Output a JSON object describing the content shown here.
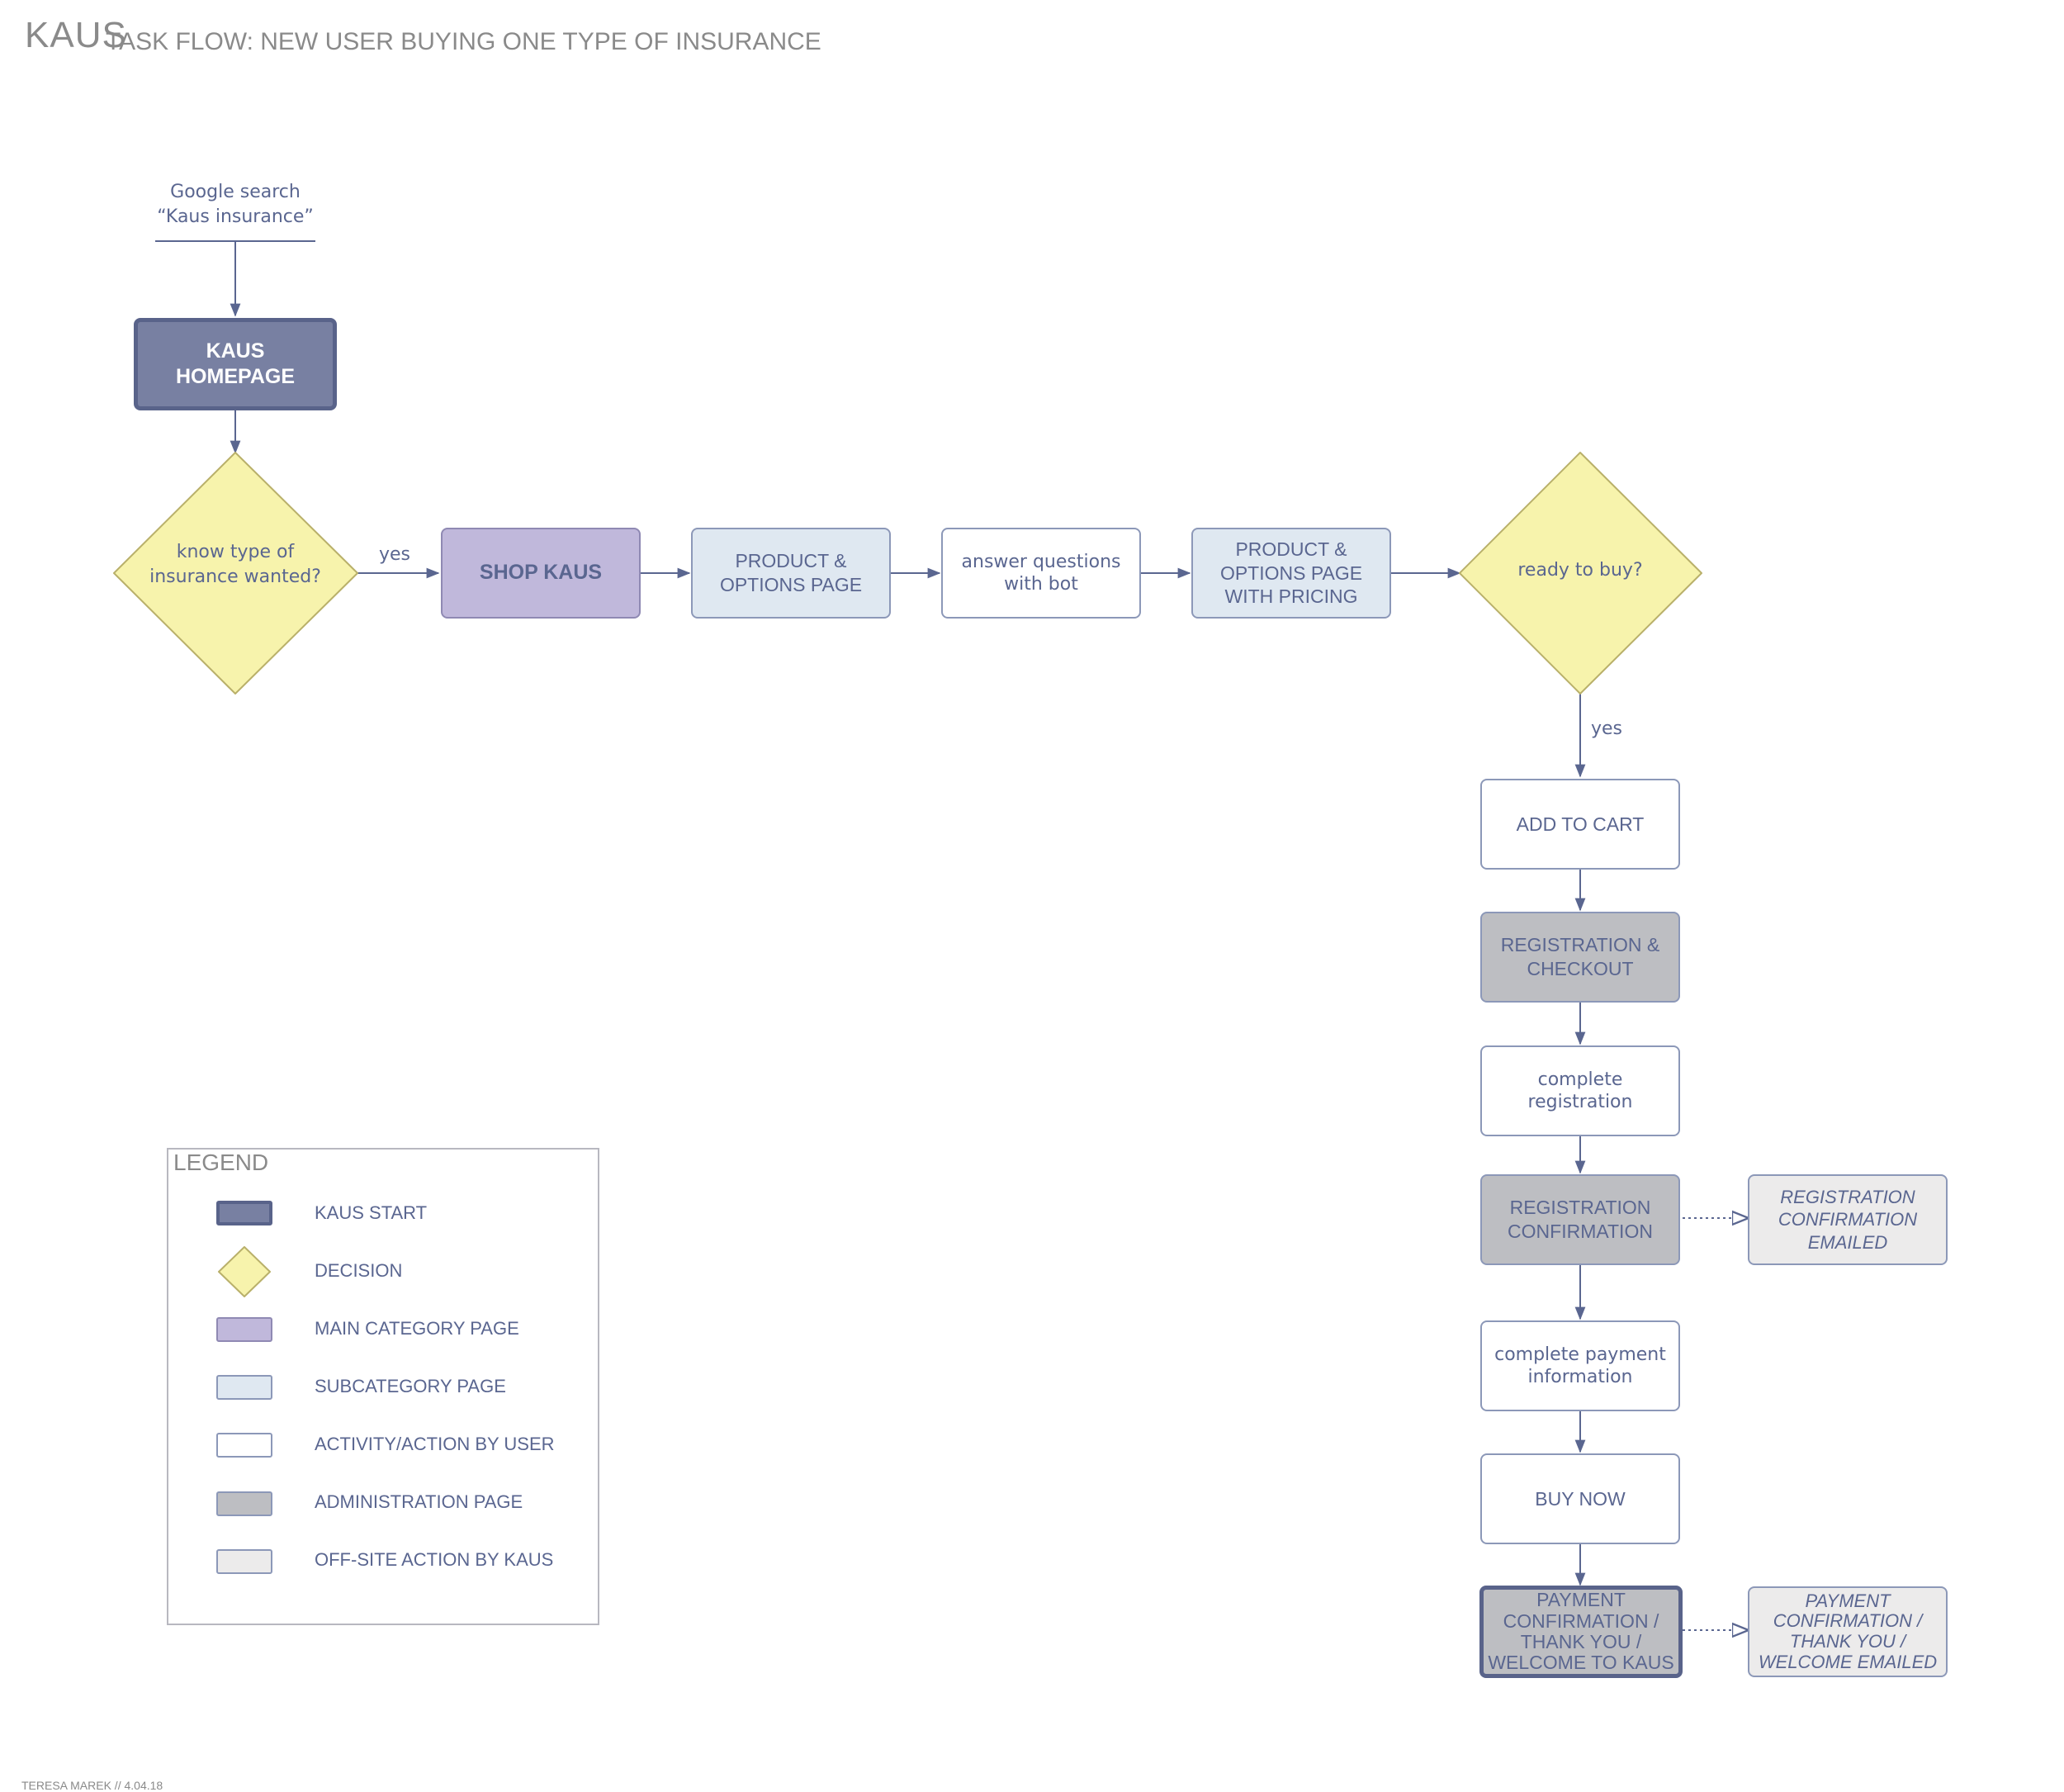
{
  "header": {
    "logo": "KAUS",
    "title": "TASK FLOW: NEW USER BUYING ONE TYPE OF INSURANCE"
  },
  "flow": {
    "entry": "Google search\n“Kaus insurance”",
    "homepage": "KAUS\nHOMEPAGE",
    "decision_type": "know type of\ninsurance wanted?",
    "yes1": "yes",
    "shop": "SHOP KAUS",
    "product_options": "PRODUCT &\nOPTIONS PAGE",
    "answer_bot": "answer questions\nwith bot",
    "product_pricing": "PRODUCT &\nOPTIONS PAGE\nWITH PRICING",
    "decision_buy": "ready to buy?",
    "yes2": "yes",
    "add_cart": "ADD TO CART",
    "reg_checkout": "REGISTRATION &\nCHECKOUT",
    "complete_reg": "complete\nregistration",
    "reg_confirm": "REGISTRATION\nCONFIRMATION",
    "reg_emailed": "REGISTRATION\nCONFIRMATION\nEMAILED",
    "complete_payment": "complete payment\ninformation",
    "buy_now": "BUY NOW",
    "payment_confirm": "PAYMENT\nCONFIRMATION /\nTHANK YOU /\nWELCOME TO KAUS",
    "payment_emailed": "PAYMENT\nCONFIRMATION /\nTHANK YOU /\nWELCOME EMAILED"
  },
  "legend": {
    "title": "LEGEND",
    "items": [
      {
        "label": "KAUS START",
        "icon": "kaus-start-swatch",
        "color": "#7880a2"
      },
      {
        "label": "DECISION",
        "icon": "decision-diamond-swatch",
        "color": "#f7f3ac"
      },
      {
        "label": "MAIN CATEGORY PAGE",
        "icon": "main-category-swatch",
        "color": "#c0b8db"
      },
      {
        "label": "SUBCATEGORY PAGE",
        "icon": "subcategory-swatch",
        "color": "#dfe8f1"
      },
      {
        "label": "ACTIVITY/ACTION BY USER",
        "icon": "activity-swatch",
        "color": "#ffffff"
      },
      {
        "label": "ADMINISTRATION PAGE",
        "icon": "administration-swatch",
        "color": "#bdbec2"
      },
      {
        "label": "OFF-SITE ACTION BY KAUS",
        "icon": "offsite-swatch",
        "color": "#ecebeb"
      }
    ]
  },
  "footer": {
    "author": "TERESA MAREK  // 4.04.18"
  },
  "colors": {
    "line": "#5a6690",
    "decision": "#f7f3ac",
    "decision_border": "#b9b06a"
  }
}
